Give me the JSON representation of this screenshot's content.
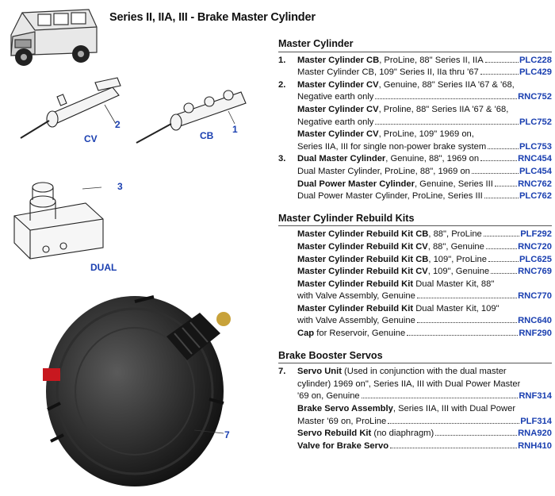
{
  "title": "Series II, IIA, III - Brake Master Cylinder",
  "callouts": {
    "cv": "CV",
    "cb": "CB",
    "dual": "DUAL",
    "n1": "1",
    "n2": "2",
    "n3": "3",
    "n7": "7"
  },
  "sections": [
    {
      "title": "Master Cylinder",
      "rows": [
        {
          "num": "1.",
          "bold": "Master Cylinder CB",
          "rest": ", ProLine, 88\" Series II, IIA",
          "pn": "PLC228"
        },
        {
          "num": "",
          "bold": "",
          "rest": "Master Cylinder CB, 109\" Series II, IIa thru '67",
          "pn": "PLC429"
        },
        {
          "num": "2.",
          "bold": "Master Cylinder CV",
          "rest": ", Genuine, 88\" Series IIA '67 & '68,",
          "pn": ""
        },
        {
          "num": "",
          "bold": "",
          "rest": "Negative earth only",
          "pn": "RNC752"
        },
        {
          "num": "",
          "bold": "Master Cylinder CV",
          "rest": ", Proline, 88\" Series IIA '67 & '68,",
          "pn": ""
        },
        {
          "num": "",
          "bold": "",
          "rest": "Negative earth only",
          "pn": "PLC752"
        },
        {
          "num": "",
          "bold": "Master Cylinder CV",
          "rest": ", ProLine, 109\" 1969 on,",
          "pn": ""
        },
        {
          "num": "",
          "bold": "",
          "rest": "Series IIA, III for single non-power brake system",
          "pn": "PLC753"
        },
        {
          "num": "3.",
          "bold": "Dual Master Cylinder",
          "rest": ", Genuine, 88\", 1969 on",
          "pn": "RNC454"
        },
        {
          "num": "",
          "bold": "",
          "rest": "Dual Master Cylinder, ProLine, 88\", 1969 on",
          "pn": "PLC454"
        },
        {
          "num": "",
          "bold": "Dual Power Master Cylinder",
          "rest": ", Genuine, Series III",
          "pn": "RNC762"
        },
        {
          "num": "",
          "bold": "",
          "rest": "Dual Power Master Cylinder, ProLine, Series III",
          "pn": "PLC762"
        }
      ]
    },
    {
      "title": "Master Cylinder Rebuild Kits",
      "rows": [
        {
          "num": "",
          "bold": "Master Cylinder Rebuild Kit CB",
          "rest": ", 88\", ProLine",
          "pn": "PLF292"
        },
        {
          "num": "",
          "bold": "Master Cylinder Rebuild Kit CV",
          "rest": ", 88\", Genuine",
          "pn": "RNC720"
        },
        {
          "num": "",
          "bold": "Master Cylinder Rebuild Kit CB",
          "rest": ", 109\", ProLine",
          "pn": "PLC625"
        },
        {
          "num": "",
          "bold": "Master Cylinder Rebuild Kit CV",
          "rest": ", 109\", Genuine",
          "pn": "RNC769"
        },
        {
          "num": "",
          "bold": "Master Cylinder Rebuild Kit",
          "rest": " Dual Master Kit, 88\"",
          "pn": ""
        },
        {
          "num": "",
          "bold": "",
          "rest": "with Valve Assembly, Genuine",
          "pn": "RNC770"
        },
        {
          "num": "",
          "bold": "Master Cylinder Rebuild Kit",
          "rest": " Dual Master Kit, 109\"",
          "pn": ""
        },
        {
          "num": "",
          "bold": "",
          "rest": "with Valve Assembly, Genuine",
          "pn": "RNC640"
        },
        {
          "num": "",
          "bold": "Cap",
          "rest": " for Reservoir, Genuine",
          "pn": "RNF290"
        }
      ]
    },
    {
      "title": "Brake Booster Servos",
      "rows": [
        {
          "num": "7.",
          "bold": "Servo Unit",
          "rest": " (Used in conjunction with the dual master",
          "pn": ""
        },
        {
          "num": "",
          "bold": "",
          "rest": "cylinder) 1969 on\", Series IIA, III with Dual Power Master",
          "pn": ""
        },
        {
          "num": "",
          "bold": "",
          "rest": "'69 on, Genuine",
          "pn": "RNF314"
        },
        {
          "num": "",
          "bold": "Brake Servo Assembly",
          "rest": ", Series IIA, III with Dual Power",
          "pn": ""
        },
        {
          "num": "",
          "bold": "",
          "rest": "Master '69 on, ProLine",
          "pn": "PLF314"
        },
        {
          "num": "",
          "bold": "Servo Rebuild Kit",
          "rest": " (no diaphragm)",
          "pn": "RNA920"
        },
        {
          "num": "",
          "bold": "Valve for Brake Servo",
          "rest": "",
          "pn": "RNH410"
        }
      ]
    }
  ]
}
